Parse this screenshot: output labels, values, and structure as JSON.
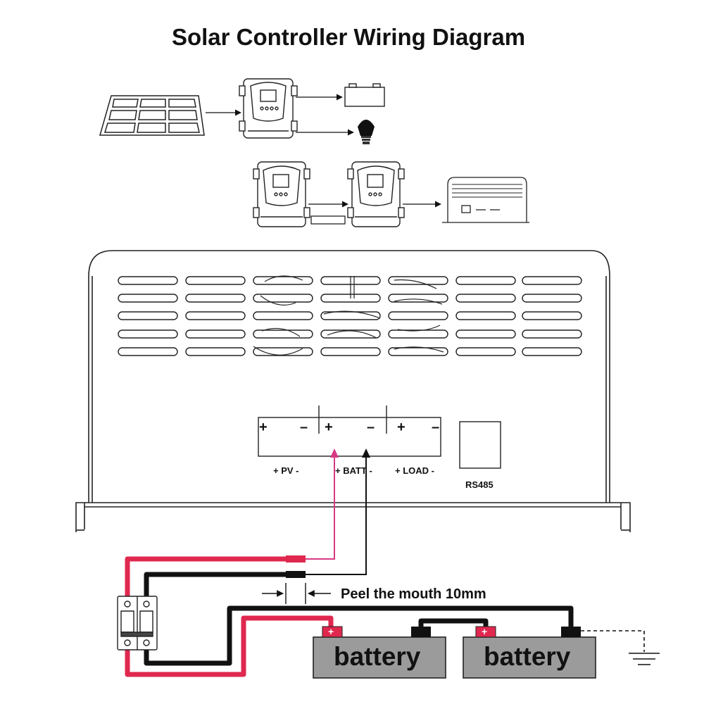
{
  "title": "Solar Controller Wiring Diagram",
  "terminals": {
    "pv_label": "+ PV -",
    "batt_label": "+ BATT -",
    "load_label": "+ LOAD -",
    "plus": "+",
    "minus": "–"
  },
  "rs485_label": "RS485",
  "annotation": "Peel the mouth 10mm",
  "batteries": [
    {
      "label": "battery"
    },
    {
      "label": "battery"
    }
  ],
  "colors": {
    "positive_wire": "#e0284f",
    "negative_wire": "#111111",
    "battery_fill": "#9b9b9b",
    "signal_wire": "#d63a85"
  }
}
